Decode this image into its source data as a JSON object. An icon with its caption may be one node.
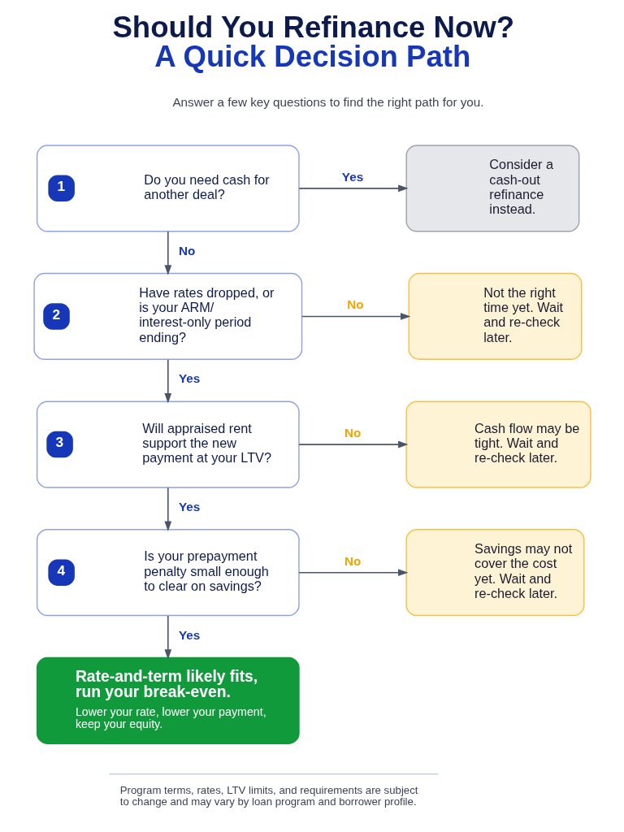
{
  "diagram": {
    "title": "Should You Refinance Now? A Quick Decision Path",
    "nodes": [
      {
        "text": [
          "1",
          "Do you need cash for another deal?"
        ]
      },
      {
        "text": [
          "Consider a cash-out refinance instead."
        ]
      },
      {
        "text": [
          "2",
          "Have rates dropped, or is your ARM/ interest-only period ending?"
        ]
      },
      {
        "text": [
          "Not the right time yet. Wait and re-check later."
        ]
      },
      {
        "text": [
          "3",
          "Will appraised rent support the new payment at your LTV?"
        ]
      },
      {
        "text": [
          "Cash flow may be tight. Wait and re-check later."
        ]
      },
      {
        "text": [
          "4",
          "Is your prepayment penalty small enough to clear on savings?"
        ]
      },
      {
        "text": [
          "Savings may not cover the cost yet. Wait and re-check later."
        ]
      },
      {
        "text": [
          "Rate-and-term likely fits, run your break-even.",
          "Lower your rate, lower your payment, keep your equity."
        ]
      }
    ],
    "edges": [
      {
        "from": 0,
        "to": 1,
        "arrow": "to",
        "label": "Yes"
      },
      {
        "from": 0,
        "to": 2,
        "arrow": "to",
        "label": "No"
      },
      {
        "from": 2,
        "to": 3,
        "arrow": "to",
        "label": "No"
      },
      {
        "from": 2,
        "to": 4,
        "arrow": "to",
        "label": "Yes"
      },
      {
        "from": 4,
        "to": 5,
        "arrow": "to",
        "label": "No"
      },
      {
        "from": 4,
        "to": 6,
        "arrow": "to",
        "label": "Yes"
      },
      {
        "from": 6,
        "to": 7,
        "arrow": "to",
        "label": "No"
      },
      {
        "from": 6,
        "to": 8,
        "arrow": "to",
        "label": "Yes"
      }
    ],
    "labels": [
      "Answer a few key questions to find the right path for you.",
      "Program terms, rates, LTV limits, and requirements are subject to change and may vary by loan program and borrower profile."
    ]
  }
}
